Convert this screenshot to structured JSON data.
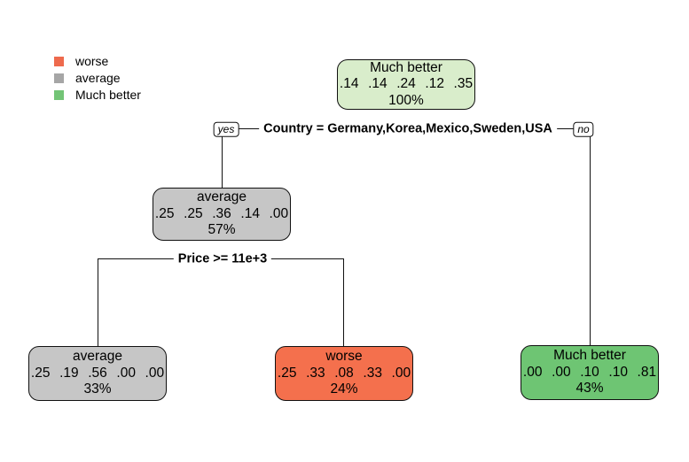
{
  "figure": {
    "background": "#ffffff"
  },
  "legend": {
    "items": [
      {
        "label": "worse",
        "color": "#EE6A4D"
      },
      {
        "label": "average",
        "color": "#A6A6A6"
      },
      {
        "label": "Much better",
        "color": "#73C476"
      }
    ]
  },
  "splits": {
    "country": {
      "label": "Country = Germany,Korea,Mexico,Sweden,USA",
      "yes_label": "yes",
      "no_label": "no"
    },
    "price": {
      "label": "Price >= 11e+3"
    }
  },
  "nodes": {
    "root": {
      "class_label": "Much better",
      "probs": ".14  .14  .24  .12  .35",
      "coverage": "100%",
      "fill": "#D9EDCB"
    },
    "internal_average": {
      "class_label": "average",
      "probs": ".25  .25  .36  .14  .00",
      "coverage": "57%",
      "fill": "#C6C6C6"
    },
    "leaf_average": {
      "class_label": "average",
      "probs": ".25  .19  .56  .00  .00",
      "coverage": "33%",
      "fill": "#C6C6C6"
    },
    "leaf_worse": {
      "class_label": "worse",
      "probs": ".25  .33  .08  .33  .00",
      "coverage": "24%",
      "fill": "#F4704D"
    },
    "leaf_much_better": {
      "class_label": "Much better",
      "probs": ".00  .00  .10  .10  .81",
      "coverage": "43%",
      "fill": "#6EC573"
    }
  }
}
